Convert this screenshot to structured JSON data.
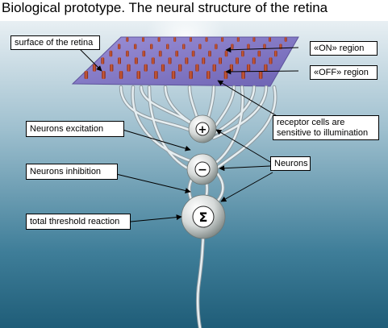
{
  "title": "Biological prototype. The neural structure of the retina",
  "labels": {
    "surface": "surface of the retina",
    "on_region": "«ON» region",
    "off_region": "«OFF» region",
    "receptor_line1": "receptor cells are",
    "receptor_line2": "sensitive to illumination",
    "excitation": "Neurons excitation",
    "inhibition": "Neurons inhibition",
    "neurons": "Neurons",
    "threshold": "total threshold reaction"
  },
  "neuron_symbols": {
    "excitation": "+",
    "inhibition": "−",
    "summation": "Σ"
  },
  "colors": {
    "background_top": "#dfe9f0",
    "background_bottom": "#2a6b88",
    "surface": "#8a7fc9",
    "receptor": "#c24a2a",
    "axon": "#c9d3d8"
  }
}
